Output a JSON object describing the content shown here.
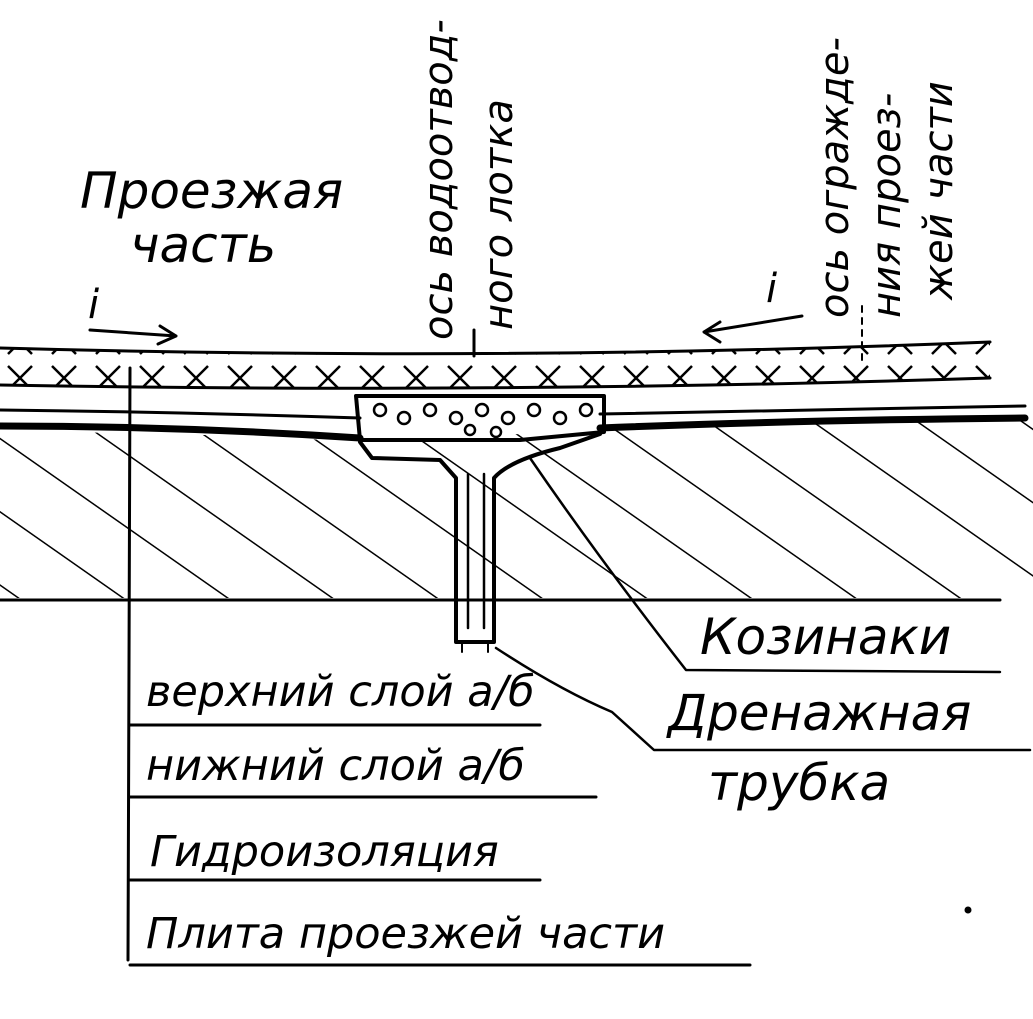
{
  "labels": {
    "roadway": [
      "Проезжая",
      "часть"
    ],
    "drain_axis": [
      "ось водоотвод-",
      "ного лотка"
    ],
    "fence_axis": [
      "ось огражде-",
      "ния проез-",
      "жей части"
    ],
    "slope_left": "i",
    "slope_right": "i",
    "kozinaki": "Козинаки",
    "drain_pipe": [
      "Дренажная",
      "трубка"
    ]
  },
  "layers": [
    "верхний слой а/б",
    "нижний слой а/б",
    "Гидроизоляция",
    "Плита проезжей части"
  ],
  "colors": {
    "ink": "#000000",
    "paper": "#ffffff"
  }
}
